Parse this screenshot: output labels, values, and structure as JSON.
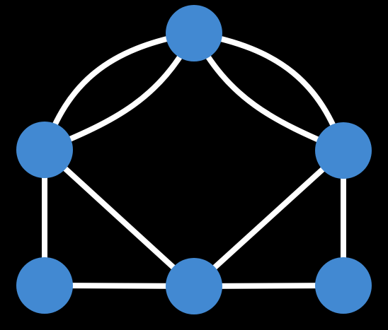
{
  "colors": {
    "background": "#000000",
    "node_fill": "#4289d2",
    "edge_stroke": "#ffffff"
  },
  "graph": {
    "nodes": [
      {
        "id": "top-center"
      },
      {
        "id": "middle-left"
      },
      {
        "id": "middle-right"
      },
      {
        "id": "bottom-left"
      },
      {
        "id": "bottom-center"
      },
      {
        "id": "bottom-right"
      }
    ],
    "edges": [
      {
        "from": "top-center",
        "to": "middle-left",
        "shape": "outer-arc"
      },
      {
        "from": "top-center",
        "to": "middle-left",
        "shape": "inner-arc"
      },
      {
        "from": "top-center",
        "to": "middle-right",
        "shape": "outer-arc"
      },
      {
        "from": "top-center",
        "to": "middle-right",
        "shape": "inner-arc"
      },
      {
        "from": "middle-left",
        "to": "bottom-left",
        "shape": "straight"
      },
      {
        "from": "middle-left",
        "to": "bottom-center",
        "shape": "straight"
      },
      {
        "from": "middle-right",
        "to": "bottom-center",
        "shape": "straight"
      },
      {
        "from": "middle-right",
        "to": "bottom-right",
        "shape": "straight"
      },
      {
        "from": "bottom-left",
        "to": "bottom-center",
        "shape": "straight"
      },
      {
        "from": "bottom-center",
        "to": "bottom-right",
        "shape": "straight"
      }
    ]
  }
}
